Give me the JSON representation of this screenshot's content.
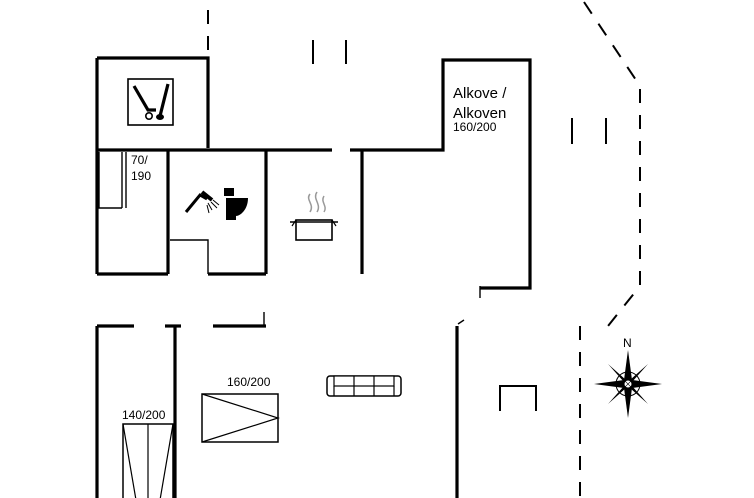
{
  "labels": {
    "alcove_line1": "Alkove /",
    "alcove_line2": "Alkoven",
    "alcove_bed": "160/200",
    "bunk_top": "70/",
    "bunk_bottom": "190",
    "bedroom_bed": "160/200",
    "bedroom2_bed": "140/200",
    "north": "N"
  },
  "icons": [
    "utility-room-icon",
    "shower-icon",
    "toilet-icon",
    "cooking-pot-icon",
    "sofa-icon",
    "compass-rose-icon"
  ],
  "colors": {
    "ink": "#000000",
    "background": "#ffffff"
  }
}
